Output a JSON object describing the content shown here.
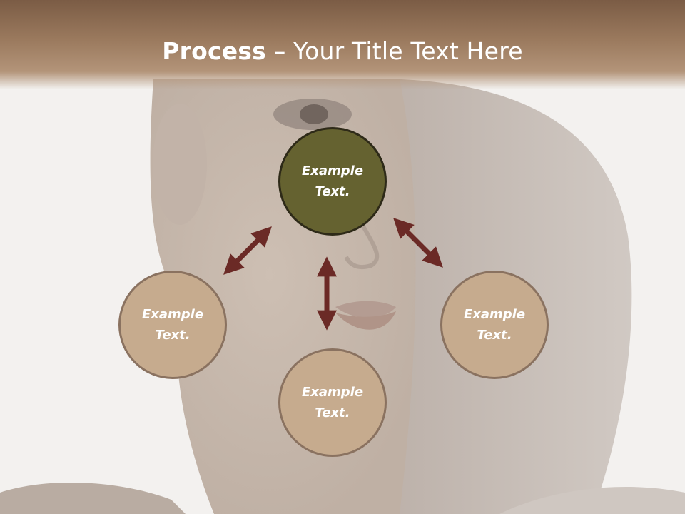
{
  "title": {
    "bold": "Process",
    "separator": " – ",
    "rest": "Your Title Text Here"
  },
  "nodes": {
    "top": "Example Text.",
    "left": "Example Text.",
    "right": "Example Text.",
    "bottom": "Example Text."
  },
  "colors": {
    "header": "#8f6f56",
    "center_circle": "#656230",
    "outer_circle": "#c6ab8e",
    "arrow": "#6b2a26"
  }
}
